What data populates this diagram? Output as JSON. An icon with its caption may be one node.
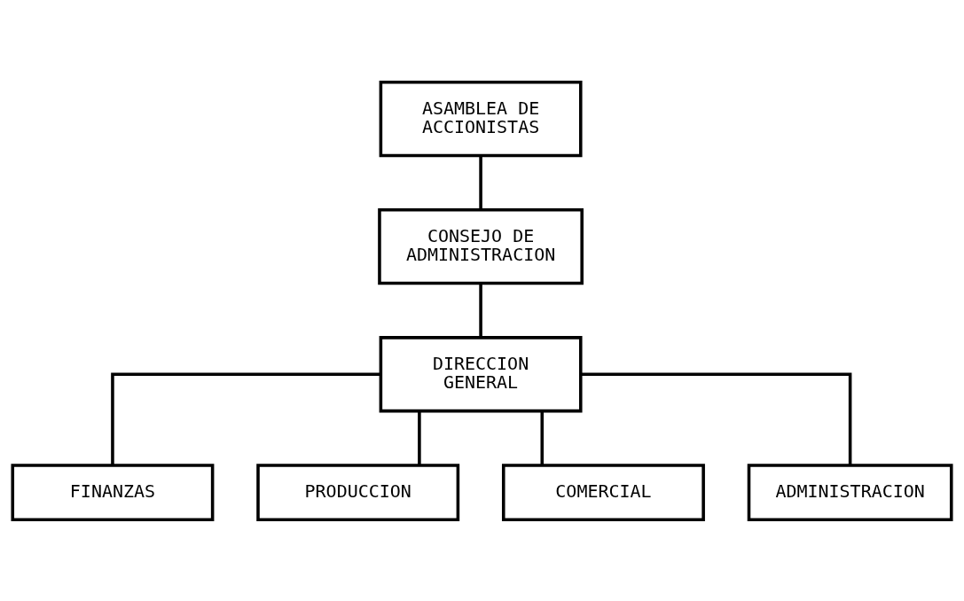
{
  "diagram": {
    "nodes": [
      {
        "text": [
          "ASAMBLEA DE ACCIONISTAS"
        ]
      },
      {
        "text": [
          "CONSEJO DE ADMINISTRACION"
        ]
      },
      {
        "text": [
          "DIRECCION GENERAL"
        ]
      },
      {
        "text": [
          "FINANZAS"
        ]
      },
      {
        "text": [
          "PRODUCCION"
        ]
      },
      {
        "text": [
          "COMERCIAL"
        ]
      },
      {
        "text": [
          "ADMINISTRACION"
        ]
      }
    ],
    "edges": [
      {
        "from": 0,
        "to": 1,
        "arrow": "none"
      },
      {
        "from": 1,
        "to": 2,
        "arrow": "none"
      },
      {
        "from": 2,
        "to": 3,
        "arrow": "none"
      },
      {
        "from": 2,
        "to": 4,
        "arrow": "none"
      },
      {
        "from": 2,
        "to": 5,
        "arrow": "none"
      },
      {
        "from": 2,
        "to": 6,
        "arrow": "none"
      }
    ]
  }
}
